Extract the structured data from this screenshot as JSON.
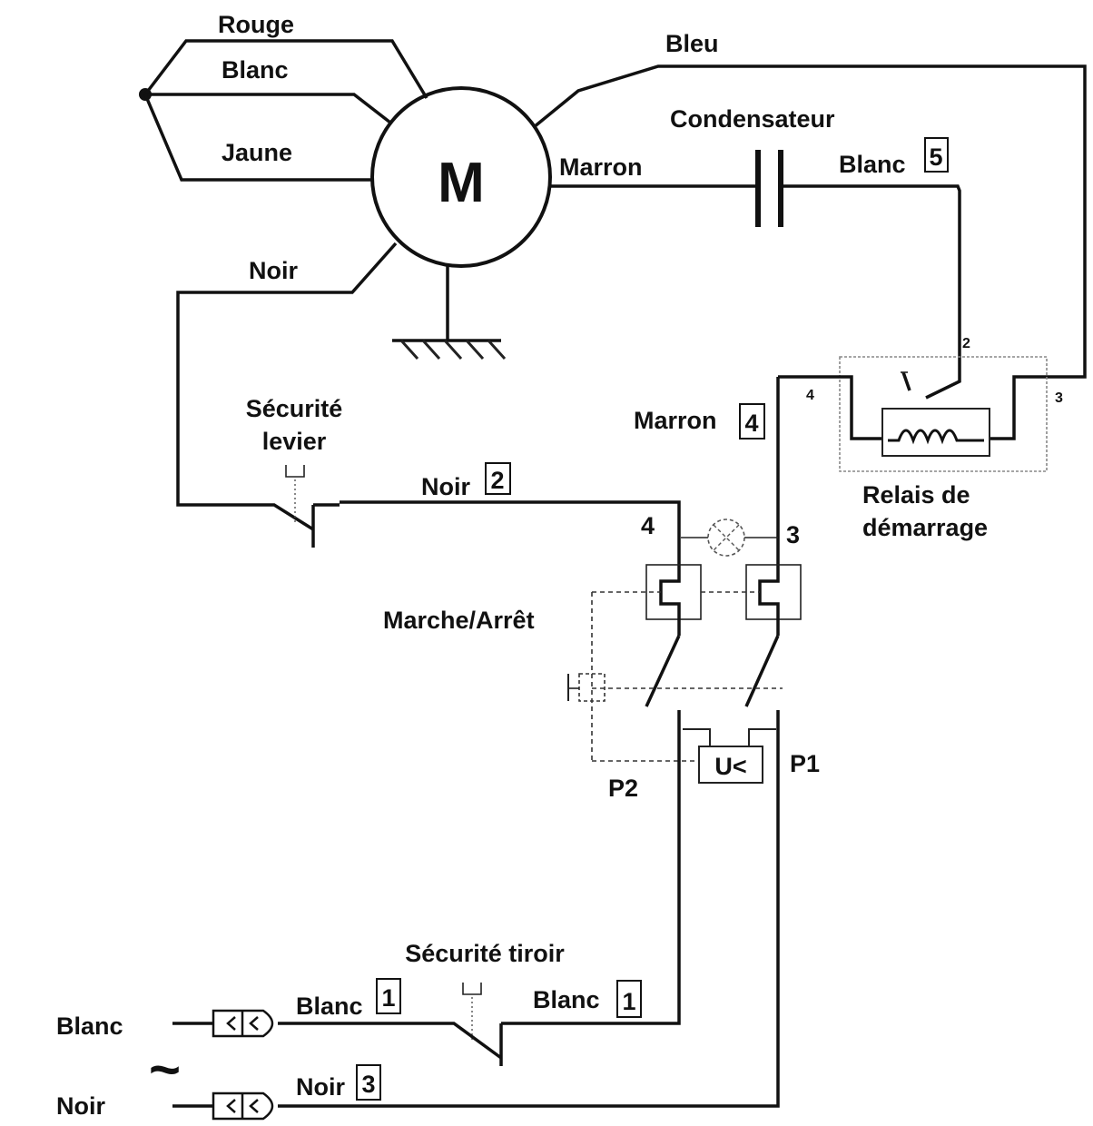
{
  "motor": {
    "symbol": "M"
  },
  "wires": {
    "rouge": "Rouge",
    "blanc_top": "Blanc",
    "jaune": "Jaune",
    "bleu": "Bleu",
    "marron_motor": "Marron",
    "noir_motor": "Noir"
  },
  "capacitor": {
    "label": "Condensateur",
    "wire_label": "Blanc",
    "num": "5"
  },
  "relay": {
    "label_line1": "Relais de",
    "label_line2": "démarrage",
    "term2": "2",
    "term3": "3",
    "term4": "4"
  },
  "marron4": {
    "label": "Marron",
    "num": "4"
  },
  "securite_levier": {
    "line1": "Sécurité",
    "line2": "levier"
  },
  "noir2": {
    "label": "Noir",
    "num": "2"
  },
  "switch": {
    "label": "Marche/Arrêt",
    "term4": "4",
    "term3": "3",
    "p1": "P1",
    "p2": "P2",
    "undervoltage": "U<"
  },
  "securite_tiroir": {
    "label": "Sécurité tiroir"
  },
  "blanc1_left": {
    "label": "Blanc",
    "num": "1"
  },
  "blanc1_right": {
    "label": "Blanc",
    "num": "1"
  },
  "noir3": {
    "label": "Noir",
    "num": "3"
  },
  "supply": {
    "blanc": "Blanc",
    "noir": "Noir",
    "ac_symbol": "~"
  }
}
